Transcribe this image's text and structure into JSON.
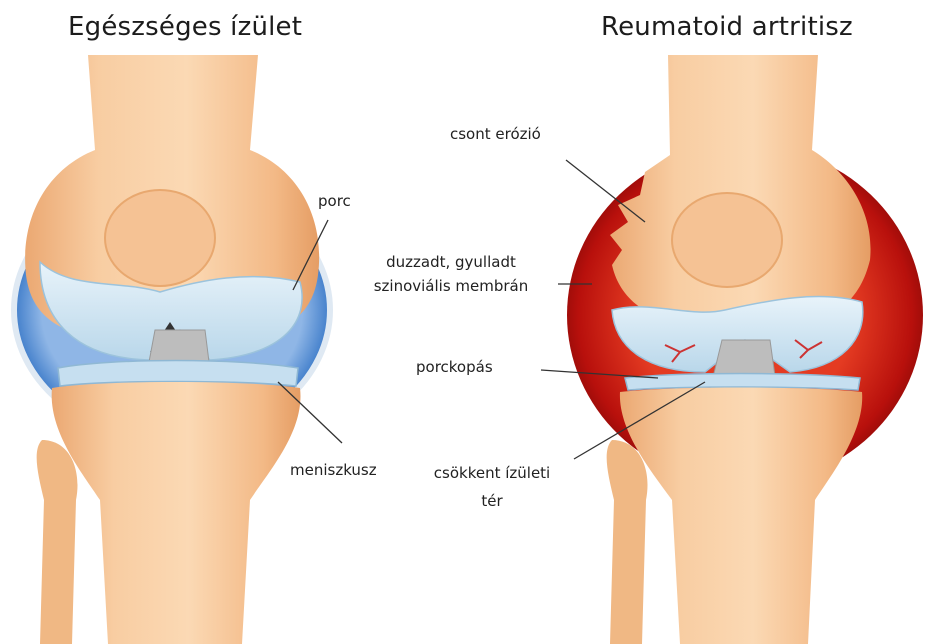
{
  "titles": {
    "healthy": "Egészséges ízület",
    "rheumatoid": "Reumatoid artritisz"
  },
  "labels": {
    "porc": "porc",
    "meniszkusz": "meniszkusz",
    "csont_erozio": "csont erózió",
    "duzzadt_line1": "duzzadt, gyulladt",
    "duzzadt_line2": "szinoviális membrán",
    "porckopas": "porckopás",
    "csokkent_line1": "csökkent ízületi",
    "csokkent_line2": "tér"
  },
  "colors": {
    "bone": "#f7c79a",
    "bone_shadow": "#e9a56e",
    "cartilage": "#cfe6f3",
    "healthy_capsule": "#3a79c8",
    "inflamed_capsule": "#c9140f",
    "ligament": "#b4b4b4"
  }
}
